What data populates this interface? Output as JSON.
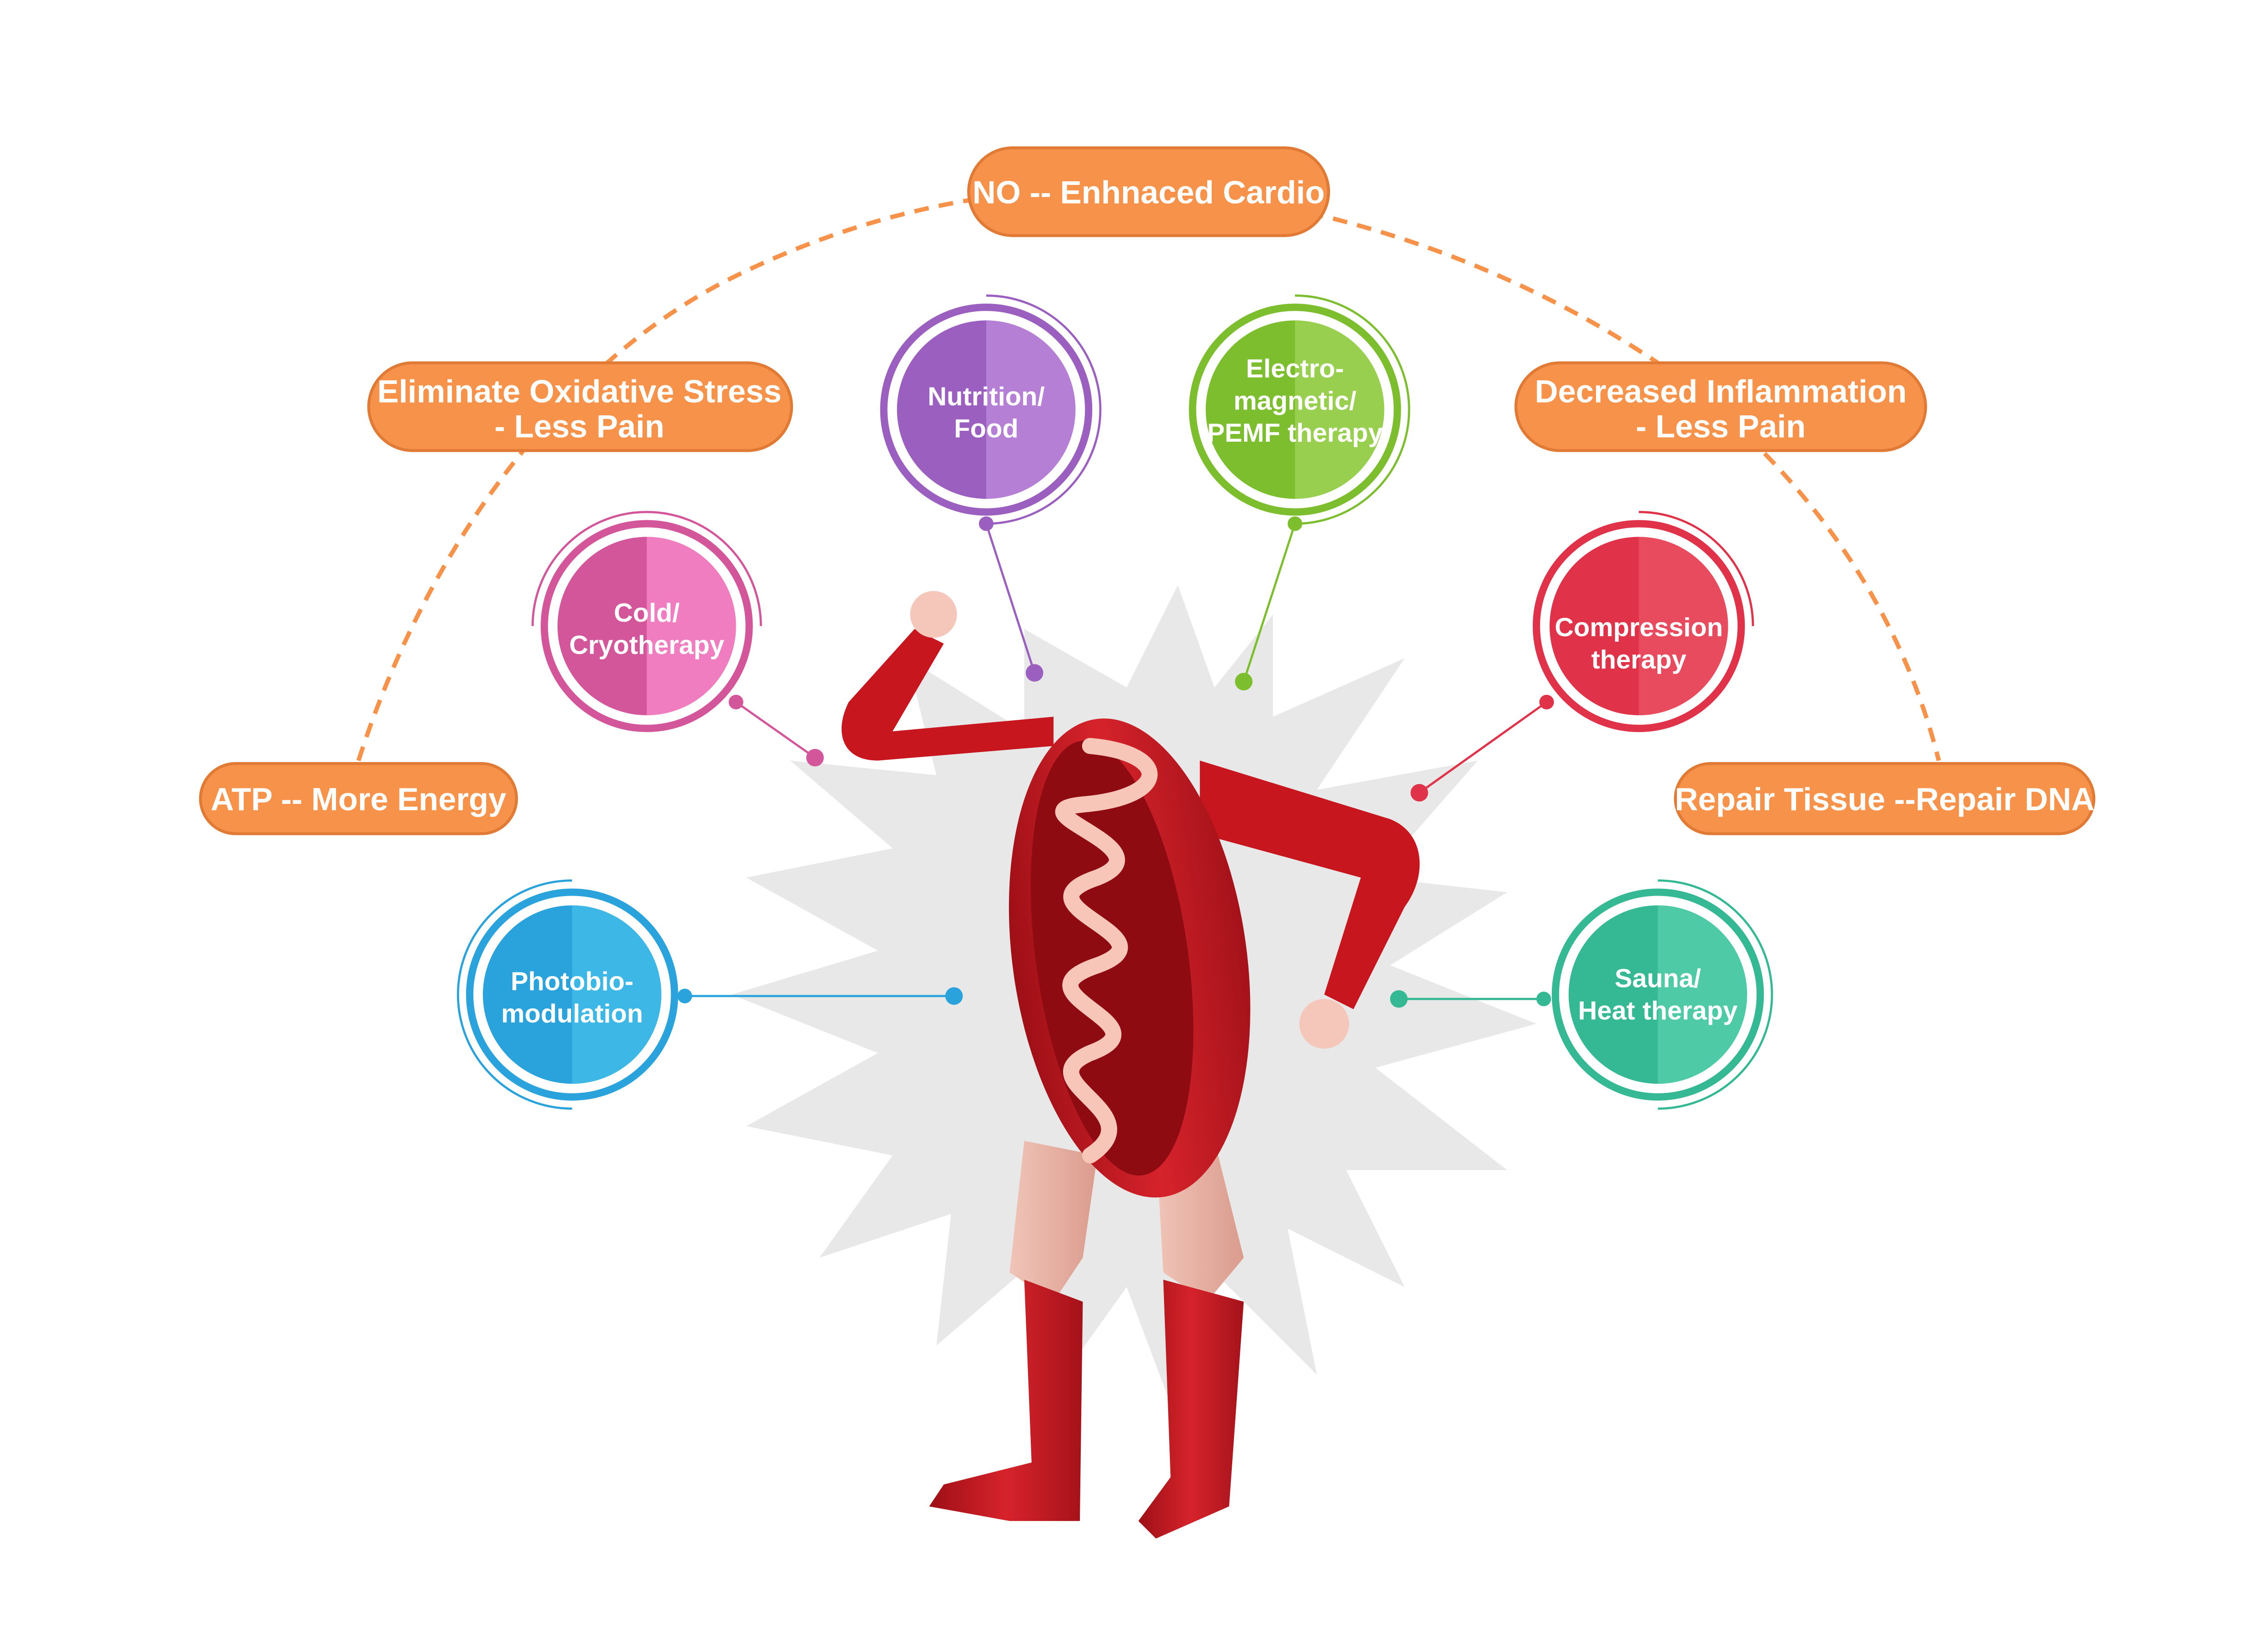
{
  "colors": {
    "orange": "#F7924A",
    "orange_stroke": "#E07A35",
    "purple": "#9B5FC0",
    "green": "#7DBE2E",
    "pink": "#D4569A",
    "red": "#E0334A",
    "blue": "#2AA3DC",
    "teal": "#35B894"
  },
  "benefits": {
    "no_cardio": "NO -- Enhnaced Cardio",
    "oxidative_1": "Eliminate Oxidative Stress",
    "oxidative_2": "- Less Pain",
    "inflammation_1": "Decreased Inflammation",
    "inflammation_2": "- Less Pain",
    "atp": "ATP -- More Energy",
    "repair": "Repair Tissue --Repair DNA"
  },
  "therapies": {
    "nutrition_1": "Nutrition/",
    "nutrition_2": "Food",
    "pemf_1": "Electro-",
    "pemf_2": "magnetic/",
    "pemf_3": "PEMF therapy",
    "cold_1": "Cold/",
    "cold_2": "Cryotherapy",
    "compression_1": "Compression",
    "compression_2": "therapy",
    "photo_1": "Photobio-",
    "photo_2": "modulation",
    "sauna_1": "Sauna/",
    "sauna_2": "Heat therapy"
  }
}
